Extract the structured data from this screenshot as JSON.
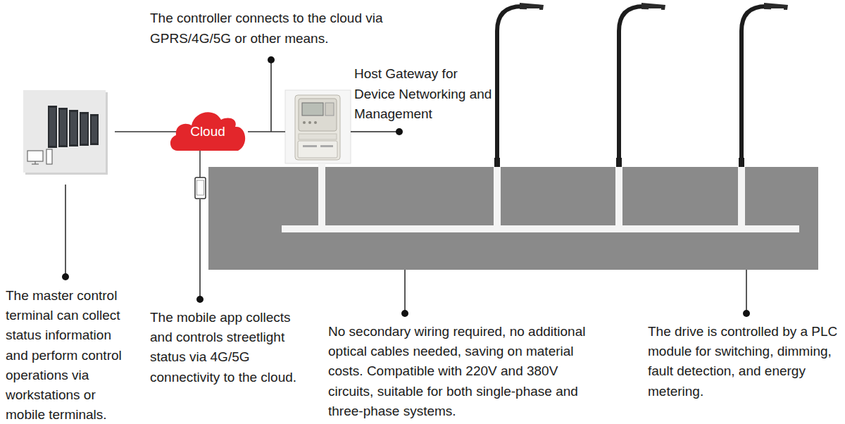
{
  "diagram": {
    "nodes": [
      {
        "text": [
          "Cloud"
        ]
      },
      {
        "text": [
          "Host Gateway for Device Networking and Management"
        ]
      }
    ],
    "edges": [
      {
        "from": 0,
        "to": 1,
        "arrow": "none"
      }
    ],
    "labels": [
      "The controller connects to the cloud via GPRS/4G/5G or other means.",
      "The master control terminal can collect status information and perform control operations via workstations or mobile terminals.",
      "The mobile app collects and controls streetlight status via 4G/5G connectivity to the cloud.",
      "No secondary wiring required, no additional optical cables needed, saving on material costs. Compatible with 220V and 380V circuits, suitable for both single-phase and three-phase systems.",
      "The drive is controlled by a PLC module for switching, dimming, fault detection, and energy metering."
    ]
  }
}
